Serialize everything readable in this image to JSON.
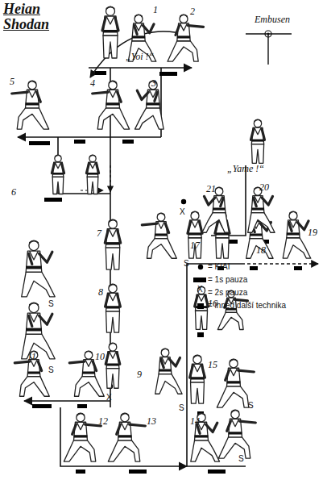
{
  "diagram": {
    "title": "Heian Shodan",
    "labels": [
      "„Yoi !“",
      "1",
      "2",
      "3",
      "4",
      "5",
      "Embusen",
      "„Yame !“",
      "6",
      "7",
      "17",
      "18",
      "19",
      "20",
      "21",
      "X",
      "8",
      "16",
      "9",
      "X",
      "10",
      "11",
      "15",
      "12",
      "13",
      "14",
      "S",
      "S",
      "S",
      "S",
      "S",
      "S",
      "X"
    ],
    "legend": [
      {
        "text": "= KIAI"
      },
      {
        "text": "= 1s pauza",
        "color": "#000000"
      },
      {
        "text": "= 2s pauza"
      },
      {
        "text": "= ihned další technika",
        "color": "#000000"
      }
    ]
  }
}
